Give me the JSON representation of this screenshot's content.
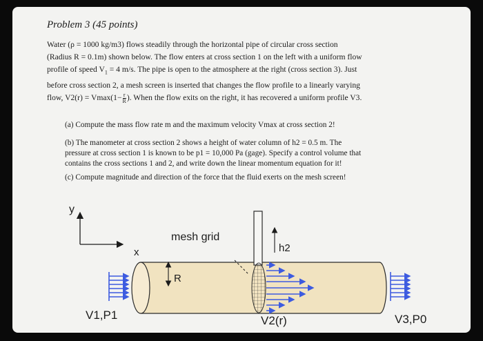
{
  "title": "Problem 3 (45 points)",
  "intro": {
    "l1": "Water (ρ = 1000 kg/m3) flows steadily through the horizontal pipe of circular cross section",
    "l2": "(Radius R = 0.1m) shown below. The flow enters at cross section 1 on the left with a uniform flow",
    "l3a": "profile of speed V",
    "l3b": "1",
    "l3c": " = 4 m/s. The pipe is open to the atmosphere at the right (cross section 3). Just",
    "l4": "before cross section 2, a mesh screen is inserted that changes the flow profile to a linearly varying",
    "l5a": "flow, V2(r) = Vmax(1−",
    "frac_num": "r",
    "frac_den": "R",
    "l5b": "). When the flow exits on the right, it has recovered a uniform profile V3."
  },
  "qa": "(a) Compute the mass flow rate m and the maximum velocity Vmax at cross section 2!",
  "qb": {
    "l1": "(b) The manometer at cross section 2 shows a height of water column of h2 = 0.5 m. The",
    "l2": "pressure at cross section 1 is known to be p1 = 10,000 Pa (gage). Specify a control volume that",
    "l3": "contains the cross sections 1 and 2, and write down the linear momentum equation for it!"
  },
  "qc": "(c) Compute magnitude and direction of the force that the fluid exerts on the mesh screen!",
  "figure": {
    "axis_y": "y",
    "axis_x": "x",
    "mesh_label": "mesh grid",
    "h2_label": "h2",
    "r_label": "R",
    "v1p1": "V1,P1",
    "v2r": "V2(r)",
    "v3p0": "V3,P0",
    "colors": {
      "arrow_blue": "#3d5be0",
      "pipe_fill": "#f1e3c0",
      "pipe_stroke": "#2a2a2a"
    }
  }
}
